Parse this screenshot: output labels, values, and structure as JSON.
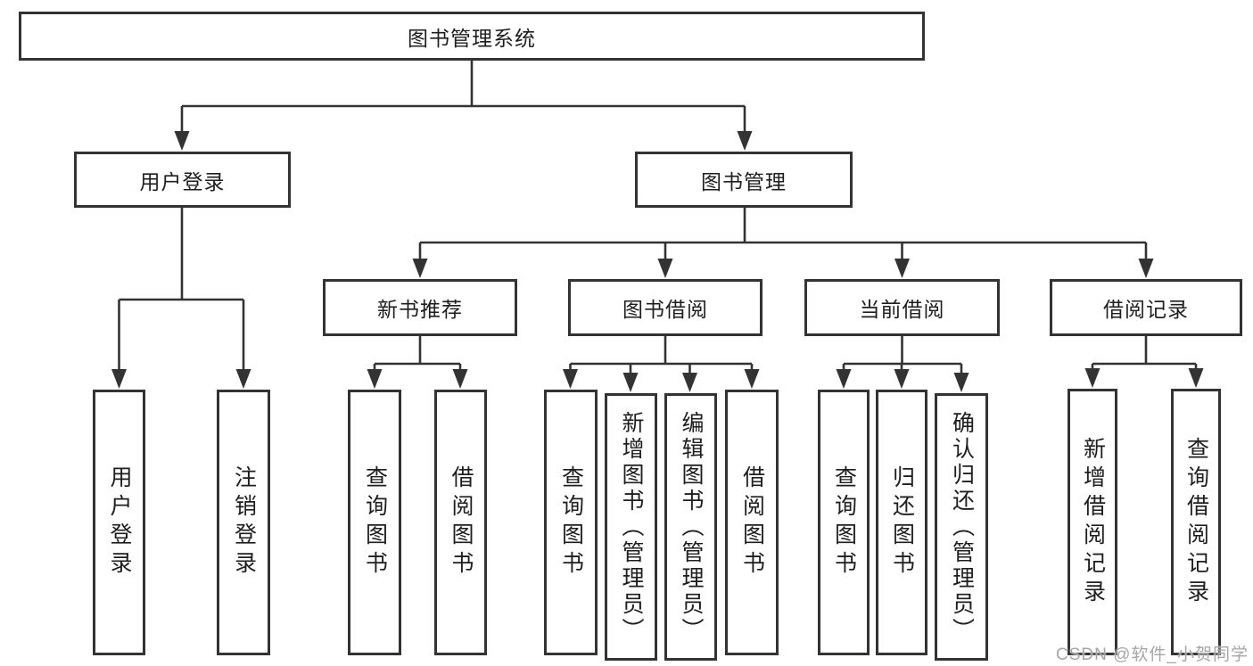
{
  "diagram": {
    "root": "图书管理系统",
    "level2": {
      "user_login": "用户登录",
      "book_mgmt": "图书管理"
    },
    "level3": {
      "new_book": "新书推荐",
      "borrow": "图书借阅",
      "current": "当前借阅",
      "records": "借阅记录"
    },
    "leaves": {
      "login": "用户登录",
      "logout": "注销登录",
      "nb_query": "查询图书",
      "nb_borrow": "借阅图书",
      "bb_query": "查询图书",
      "bb_add": "新增图书（管理员）",
      "bb_edit": "编辑图书（管理员）",
      "bb_borrow": "借阅图书",
      "cb_query": "查询图书",
      "cb_return": "归还图书",
      "cb_confirm": "确认归还（管理员）",
      "br_add": "新增借阅记录",
      "br_query": "查询借阅记录"
    }
  },
  "watermark": "CSDN @软件_小贺同学",
  "colors": {
    "line": "#333333",
    "box_border": "#333333",
    "box_fill": "#ffffff",
    "text": "#1e1e1e",
    "watermark": "#a6a6a6",
    "background": "#ffffff"
  }
}
